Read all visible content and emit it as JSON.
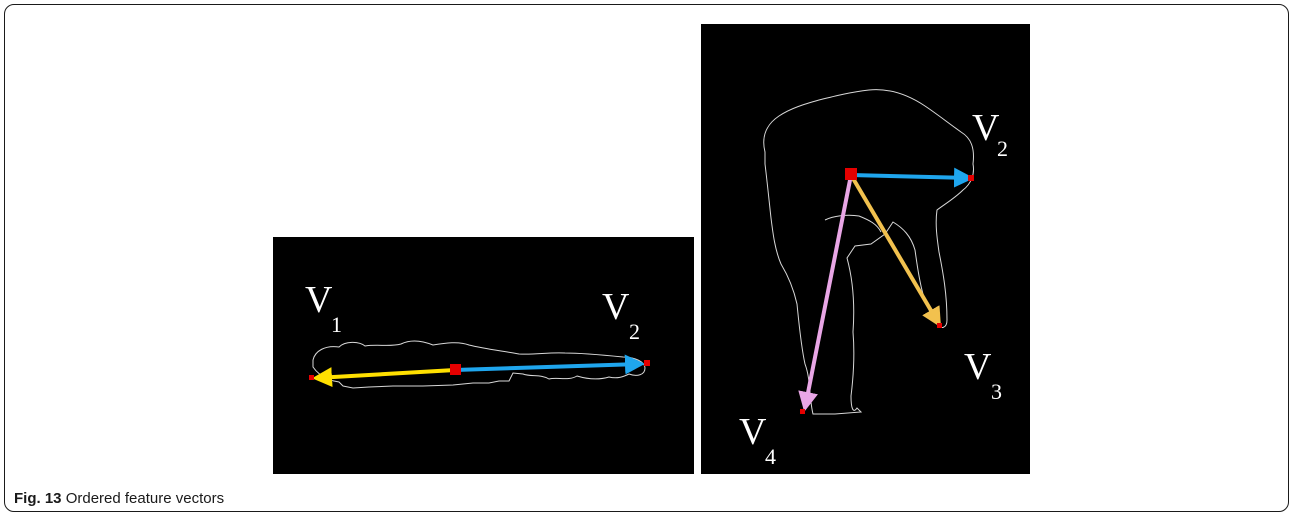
{
  "figure": {
    "caption_label": "Fig. 13",
    "caption_text": "Ordered feature vectors"
  },
  "left_panel": {
    "labels": [
      {
        "base": "V",
        "sub": "1"
      },
      {
        "base": "V",
        "sub": "2"
      }
    ],
    "colors": {
      "background": "#000000",
      "outline": "#d8d8d8",
      "center_marker": "#e60000",
      "vector_v1": "#ffe000",
      "vector_v2": "#1fa6ee"
    }
  },
  "right_panel": {
    "labels": [
      {
        "base": "V",
        "sub": "2"
      },
      {
        "base": "V",
        "sub": "3"
      },
      {
        "base": "V",
        "sub": "4"
      }
    ],
    "colors": {
      "background": "#000000",
      "outline": "#d8d8d8",
      "center_marker": "#e60000",
      "vector_v2": "#1fa6ee",
      "vector_v3": "#f2c14e",
      "vector_v4": "#e9a6e6"
    }
  }
}
